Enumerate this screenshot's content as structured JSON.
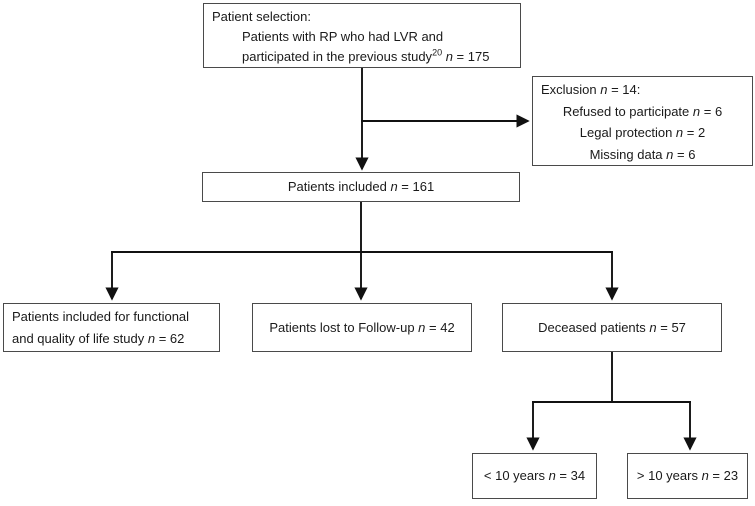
{
  "diagram": {
    "title": "Patient selection flowchart",
    "colors": {
      "background": "#ffffff",
      "box_border": "#4a4a4a",
      "connector": "#111111",
      "text": "#1a1a1a"
    },
    "boxes": [
      {
        "id": "patient-selection",
        "lines": [
          {
            "align": "left",
            "segments": [
              {
                "t": "Patient selection:"
              }
            ]
          },
          {
            "align": "left",
            "indent": true,
            "segments": [
              {
                "t": "Patients with RP who had LVR and"
              }
            ]
          },
          {
            "align": "left",
            "indent": true,
            "segments": [
              {
                "t": "participated in the previous study"
              },
              {
                "t": "20",
                "sup": true
              },
              {
                "t": " "
              },
              {
                "t": "n",
                "italic": true
              },
              {
                "t": " = 175"
              }
            ]
          }
        ]
      },
      {
        "id": "exclusion",
        "lines": [
          {
            "align": "left",
            "segments": [
              {
                "t": "Exclusion "
              },
              {
                "t": "n",
                "italic": true
              },
              {
                "t": " = 14:"
              }
            ]
          },
          {
            "align": "center",
            "segments": [
              {
                "t": "Refused to participate "
              },
              {
                "t": "n",
                "italic": true
              },
              {
                "t": " = 6"
              }
            ]
          },
          {
            "align": "center",
            "segments": [
              {
                "t": "Legal protection "
              },
              {
                "t": "n",
                "italic": true
              },
              {
                "t": " = 2"
              }
            ]
          },
          {
            "align": "center",
            "segments": [
              {
                "t": "Missing data "
              },
              {
                "t": "n",
                "italic": true
              },
              {
                "t": " = 6"
              }
            ]
          }
        ]
      },
      {
        "id": "included",
        "lines": [
          {
            "align": "center",
            "segments": [
              {
                "t": "Patients included "
              },
              {
                "t": "n",
                "italic": true
              },
              {
                "t": " = 161"
              }
            ]
          }
        ]
      },
      {
        "id": "functional-qol",
        "lines": [
          {
            "align": "left",
            "segments": [
              {
                "t": "Patients included for functional"
              }
            ]
          },
          {
            "align": "left",
            "segments": [
              {
                "t": "and quality of life study "
              },
              {
                "t": "n",
                "italic": true
              },
              {
                "t": " = 62"
              }
            ]
          }
        ]
      },
      {
        "id": "lost-followup",
        "lines": [
          {
            "align": "center",
            "segments": [
              {
                "t": "Patients lost to Follow-up "
              },
              {
                "t": "n",
                "italic": true
              },
              {
                "t": " = 42"
              }
            ]
          }
        ]
      },
      {
        "id": "deceased",
        "lines": [
          {
            "align": "center",
            "segments": [
              {
                "t": "Deceased patients "
              },
              {
                "t": "n",
                "italic": true
              },
              {
                "t": " = 57"
              }
            ]
          }
        ]
      },
      {
        "id": "lt-10-years",
        "lines": [
          {
            "align": "center",
            "segments": [
              {
                "t": "< 10 years "
              },
              {
                "t": "n",
                "italic": true
              },
              {
                "t": " = 34"
              }
            ]
          }
        ]
      },
      {
        "id": "gt-10-years",
        "lines": [
          {
            "align": "center",
            "segments": [
              {
                "t": "> 10 years "
              },
              {
                "t": "n",
                "italic": true
              },
              {
                "t": " = 23"
              }
            ]
          }
        ]
      }
    ]
  }
}
